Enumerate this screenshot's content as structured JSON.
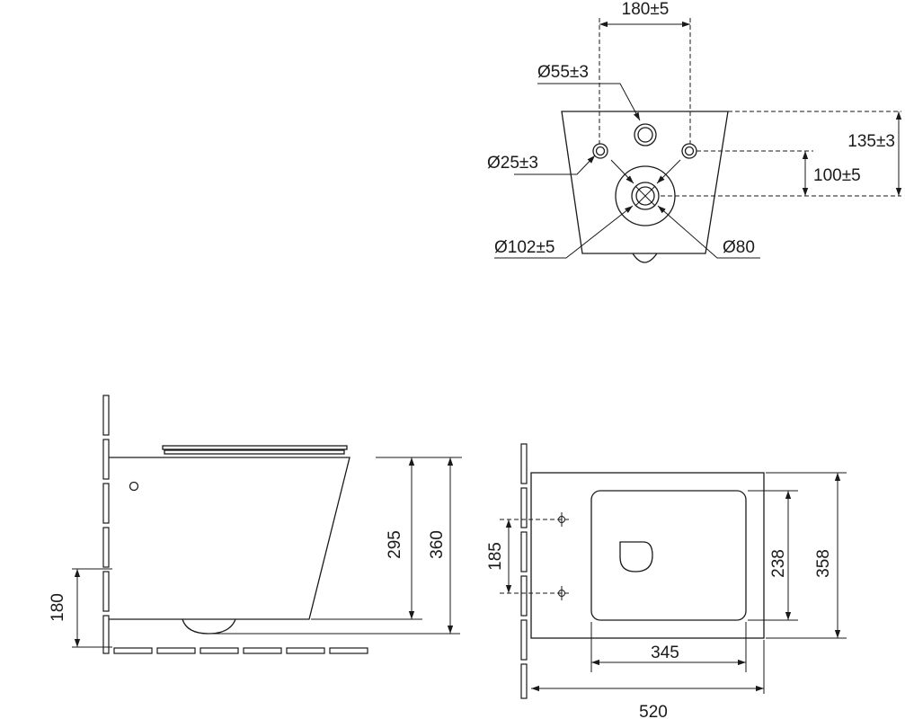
{
  "top_view": {
    "dim_inlet_spacing": "180±5",
    "dim_flush_pipe": "Ø55±3",
    "dim_bolt_holes": "Ø25±3",
    "dim_outlet_outer": "Ø102±5",
    "dim_outlet_inner": "Ø80",
    "dim_top_to_outlet": "135±3",
    "dim_bolts_to_outlet": "100±5"
  },
  "side_view": {
    "dim_outlet_height": "180",
    "dim_body_height": "295",
    "dim_total_height": "360"
  },
  "plan_view": {
    "dim_bolt_spacing": "185",
    "dim_bowl_depth": "238",
    "dim_total_width": "358",
    "dim_bowl_length": "345",
    "dim_total_length": "520"
  }
}
